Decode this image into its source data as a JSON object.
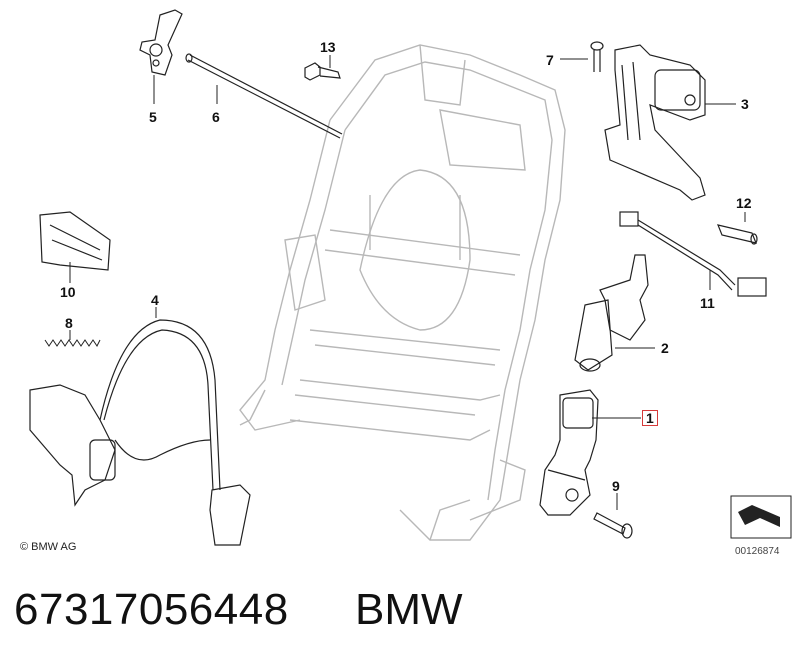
{
  "callouts": {
    "c1": "1",
    "c2": "2",
    "c3": "3",
    "c4": "4",
    "c5": "5",
    "c6": "6",
    "c7": "7",
    "c8": "8",
    "c9": "9",
    "c10": "10",
    "c11": "11",
    "c12": "12",
    "c13": "13"
  },
  "highlighted_callout": "1",
  "copyright": "© BMW AG",
  "reference_code": "00126874",
  "part_number": "67317056448",
  "brand": "BMW",
  "colors": {
    "highlight": "#d63a3a",
    "line": "#222222",
    "frame": "#b8b8b8"
  }
}
